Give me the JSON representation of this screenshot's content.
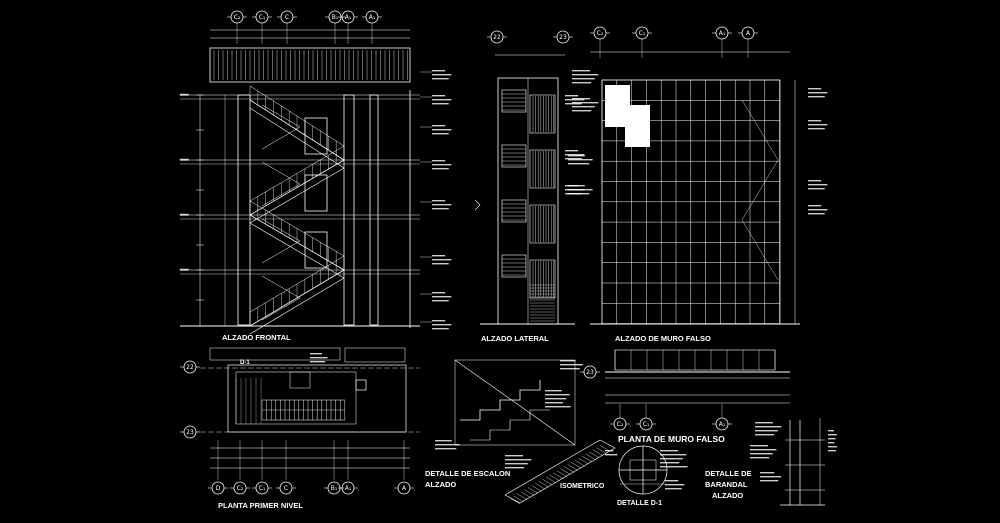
{
  "drawing": {
    "background": "#000000",
    "line_color": "#ffffff",
    "view_titles": {
      "alzado_frontal": "ALZADO FRONTAL",
      "alzado_lateral": "ALZADO LATERAL",
      "alzado_muro_falso": "ALZADO DE MURO FALSO",
      "planta_muro_falso": "PLANTA DE MURO FALSO",
      "planta_primer_nivel": "PLANTA PRIMER NIVEL",
      "detalle_escalon": "DETALLE DE ESCALON",
      "detalle_escalon_sub": "ALZADO",
      "isometrico": "ISOMETRICO",
      "detalle_d1": "DETALLE D-1",
      "detalle_barandal": "DETALLE DE",
      "detalle_barandal_2": "BARANDAL",
      "detalle_barandal_sub": "ALZADO",
      "d1_tag": "D-1"
    },
    "grid_bubbles": {
      "frontal_top": [
        "C₂",
        "C₁",
        "C",
        "B₁",
        "A₁",
        "A₁"
      ],
      "lateral_top": [
        "22",
        "23"
      ],
      "muro_top": [
        "C₂",
        "C₁",
        "A₁",
        "A"
      ],
      "planta_left": [
        "22",
        "23"
      ],
      "planta_bottom": [
        "D",
        "C₂",
        "C₁",
        "C",
        "B₁",
        "A₁",
        "A"
      ],
      "muro_planta_left": [
        "23"
      ],
      "muro_planta_bottom": [
        "C₂",
        "C₁",
        "A₁"
      ]
    }
  }
}
